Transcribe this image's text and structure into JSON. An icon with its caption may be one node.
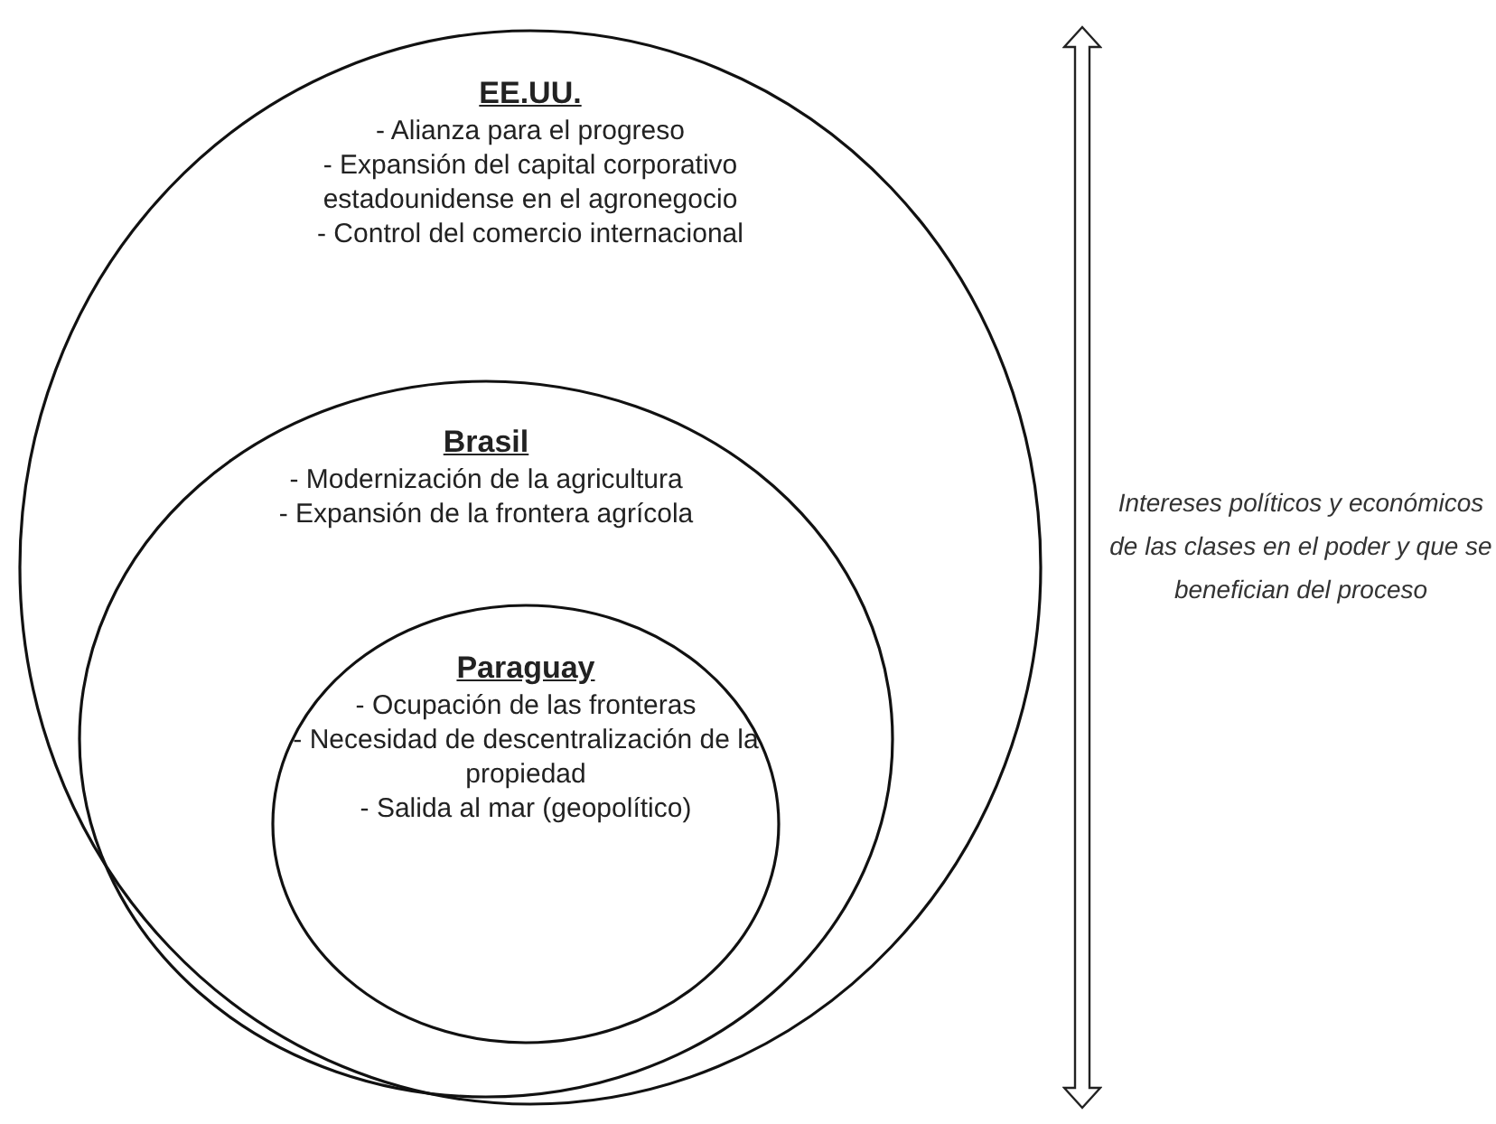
{
  "diagram": {
    "nodes": [
      {
        "text": [
          "EE.UU.",
          "- Alianza para el progreso",
          "- Expansión del capital corporativo estadounidense en el agronegocio",
          "- Control del comercio internacional"
        ]
      },
      {
        "text": [
          "Brasil",
          "- Modernización de la agricultura",
          "- Expansión de la frontera agrícola"
        ],
        "in": 0
      },
      {
        "text": [
          "Paraguay",
          "- Ocupación de las fronteras",
          "- Necesidad de descentralización de la propiedad",
          "- Salida al mar (geopolítico)"
        ],
        "in": 1
      }
    ],
    "edges": [],
    "labels": [
      "Intereses políticos y económicos de las clases en el poder y que se benefician del proceso"
    ]
  }
}
